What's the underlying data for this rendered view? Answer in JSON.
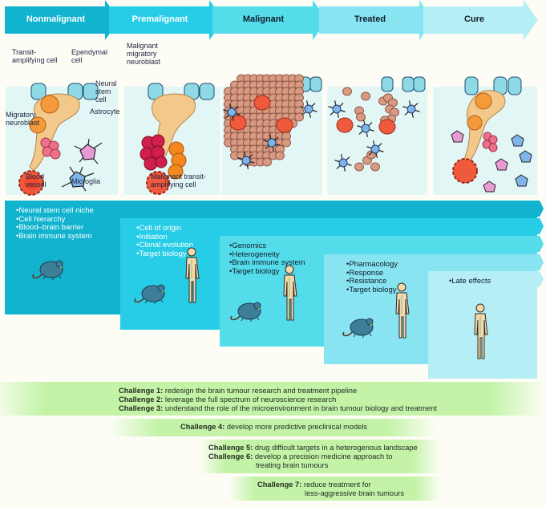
{
  "stages": [
    {
      "label": "Nonmalignant",
      "color": "#11b3cf",
      "text_color": "#ffffff"
    },
    {
      "label": "Premalignant",
      "color": "#27cde6",
      "text_color": "#ffffff"
    },
    {
      "label": "Malignant",
      "color": "#55dceb",
      "text_color": "#0f1b2a"
    },
    {
      "label": "Treated",
      "color": "#87e4f0",
      "text_color": "#0f1b2a"
    },
    {
      "label": "Cure",
      "color": "#b5eff5",
      "text_color": "#0f1b2a"
    }
  ],
  "panel_labels": {
    "transit_amplifying_cell": "Transit-\namplifying cell",
    "ependymal_cell": "Ependymal\ncell",
    "neural_stem_cell": "Neural\nstem\ncell",
    "astrocyte": "Astrocyte",
    "migratory_neuroblast": "Migratory\nneuroblast",
    "blood_vessel": "Blood\nvessel",
    "microglia": "Microglia",
    "malignant_migratory_neuroblast": "Malignant\nmigratory\nneuroblast",
    "malignant_transit_amplifying_cell": "Malignant transit-\namplifying cell"
  },
  "research_bands": [
    {
      "items": [
        "Neural stem cell niche",
        "Cell hierarchy",
        "Blood–brain barrier",
        "Brain immune system"
      ],
      "color": "#11b3cf",
      "text_color": "#ffffff",
      "models": [
        "mouse"
      ]
    },
    {
      "items": [
        "Cell of origin",
        "Initiation",
        "Clonal evolution",
        "Target biology"
      ],
      "color": "#27cde6",
      "text_color": "#ffffff",
      "models": [
        "mouse",
        "human"
      ]
    },
    {
      "items": [
        "Genomics",
        "Heterogeneity",
        "Brain immune system",
        "Target biology"
      ],
      "color": "#55dceb",
      "text_color": "#0f1b2a",
      "models": [
        "mouse",
        "human"
      ]
    },
    {
      "items": [
        "Pharmacology",
        "Response",
        "Resistance",
        "Target biology"
      ],
      "color": "#87e4f0",
      "text_color": "#0f1b2a",
      "models": [
        "mouse",
        "human"
      ]
    },
    {
      "items": [
        "Late effects"
      ],
      "color": "#b5eff5",
      "text_color": "#0f1b2a",
      "models": [
        "human"
      ]
    }
  ],
  "challenges": [
    {
      "label": "Challenge 1:",
      "text": "redesign  the brain tumour research and treatment pipeline"
    },
    {
      "label": "Challenge 2:",
      "text": "leverage the full spectrum of neuroscience research"
    },
    {
      "label": "Challenge 3:",
      "text": "understand the role of the microenvironment in brain tumour biology and treatment"
    },
    {
      "label": "Challenge 4:",
      "text": "develop more predictive preclinical models"
    },
    {
      "label": "Challenge 5:",
      "text": "drug difficult targets in a heterogenous landscape"
    },
    {
      "label": "Challenge 6:",
      "text": "develop a precision medicine approach to",
      "text2": "treating brain tumours"
    },
    {
      "label": "Challenge 7:",
      "text": "reduce treatment for",
      "text2": "less-aggressive brain tumours"
    }
  ],
  "colors": {
    "challenge_green": "#c4f3a8",
    "background": "#fdfdf6"
  }
}
